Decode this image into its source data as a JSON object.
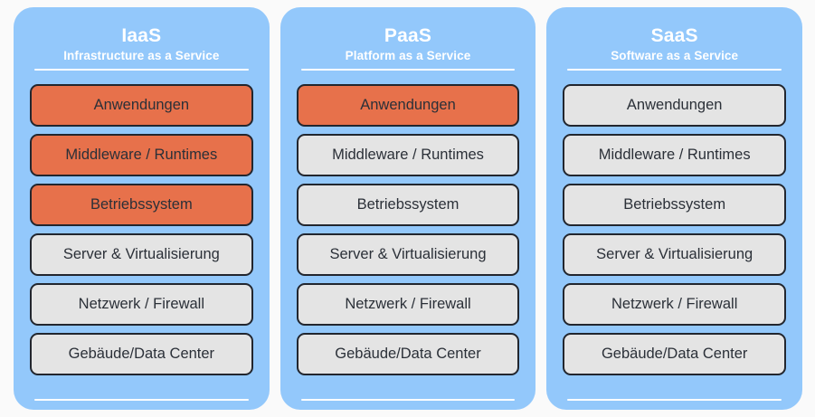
{
  "diagram": {
    "background_color": "#fafafa",
    "card_color": "#93c8fb",
    "managed_color": "#e7714b",
    "default_layer_color": "#e4e4e4",
    "border_color": "#22262e",
    "text_color": "#2b3038",
    "header_text_color": "#ffffff"
  },
  "columns": [
    {
      "id": "iaas",
      "title": "IaaS",
      "subtitle": "Infrastructure as a Service",
      "layers": [
        {
          "label": "Anwendungen",
          "managed": true
        },
        {
          "label": "Middleware / Runtimes",
          "managed": true
        },
        {
          "label": "Betriebssystem",
          "managed": true
        },
        {
          "label": "Server & Virtualisierung",
          "managed": false
        },
        {
          "label": "Netzwerk / Firewall",
          "managed": false
        },
        {
          "label": "Gebäude/Data Center",
          "managed": false
        }
      ]
    },
    {
      "id": "paas",
      "title": "PaaS",
      "subtitle": "Platform as a Service",
      "layers": [
        {
          "label": "Anwendungen",
          "managed": true
        },
        {
          "label": "Middleware / Runtimes",
          "managed": false
        },
        {
          "label": "Betriebssystem",
          "managed": false
        },
        {
          "label": "Server & Virtualisierung",
          "managed": false
        },
        {
          "label": "Netzwerk / Firewall",
          "managed": false
        },
        {
          "label": "Gebäude/Data Center",
          "managed": false
        }
      ]
    },
    {
      "id": "saas",
      "title": "SaaS",
      "subtitle": "Software as a Service",
      "layers": [
        {
          "label": "Anwendungen",
          "managed": false
        },
        {
          "label": "Middleware / Runtimes",
          "managed": false
        },
        {
          "label": "Betriebssystem",
          "managed": false
        },
        {
          "label": "Server & Virtualisierung",
          "managed": false
        },
        {
          "label": "Netzwerk / Firewall",
          "managed": false
        },
        {
          "label": "Gebäude/Data Center",
          "managed": false
        }
      ]
    }
  ]
}
